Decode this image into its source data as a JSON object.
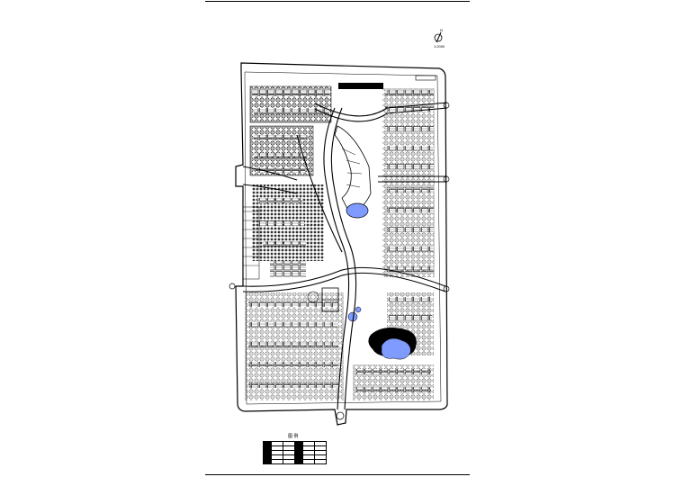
{
  "drawing": {
    "north_label": "N",
    "scale_label": "1:2000",
    "legend_title": "图 例",
    "legend_rows": [
      [
        "■",
        "",
        "",
        ""
      ],
      [
        "■",
        "",
        "",
        ""
      ],
      [
        "■",
        "",
        "",
        ""
      ],
      [
        "■",
        "",
        "",
        ""
      ],
      [
        "■",
        "",
        "",
        ""
      ]
    ],
    "colors": {
      "ink": "#000000",
      "water": "#7f9bff",
      "paper": "#ffffff"
    }
  }
}
